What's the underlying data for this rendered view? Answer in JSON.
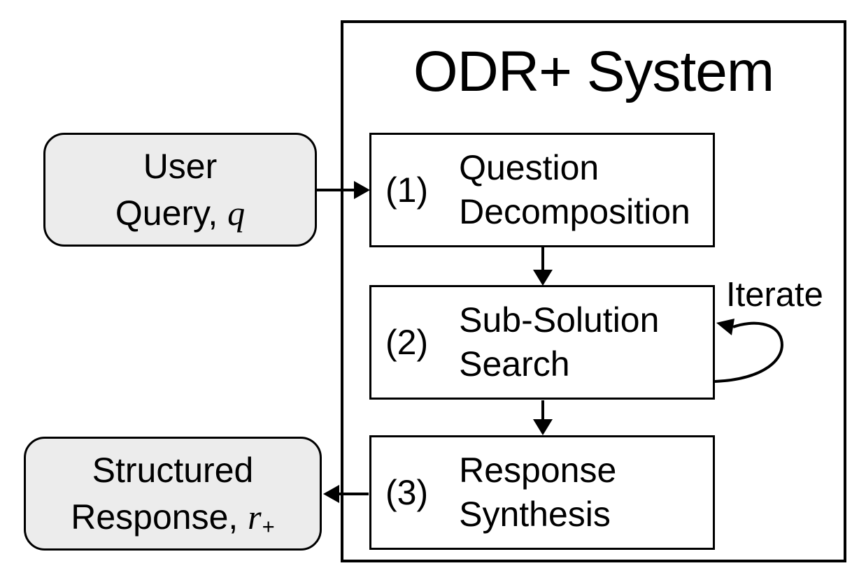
{
  "title": "ODR+ System",
  "nodes": {
    "user_query": {
      "line1": "User",
      "line2_prefix": "Query, ",
      "variable": "q"
    },
    "step1": {
      "number": "(1)",
      "line1": "Question",
      "line2": "Decomposition"
    },
    "step2": {
      "number": "(2)",
      "line1": "Sub-Solution",
      "line2": "Search"
    },
    "step3": {
      "number": "(3)",
      "line1": "Response",
      "line2": "Synthesis"
    },
    "structured_response": {
      "line1": "Structured",
      "line2_prefix": "Response, ",
      "variable": "r",
      "subscript": "+"
    }
  },
  "annotations": {
    "iterate": "Iterate"
  },
  "colors": {
    "terminal_fill": "#ececec",
    "stroke": "#000000",
    "canvas_bg": "#ffffff"
  }
}
